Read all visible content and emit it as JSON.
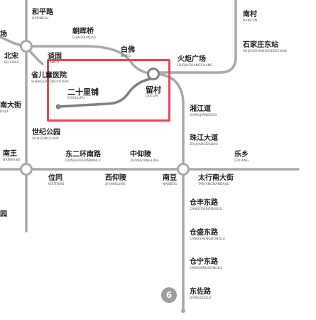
{
  "colors": {
    "line": "#a9a9a9",
    "line_selected": "#808080",
    "highlight": "#e8474f",
    "station_fill": "#ffffff",
    "text": "#222222"
  },
  "line_badge": {
    "label": "6",
    "icon": "metro-line-badge"
  },
  "stations": {
    "heping_lu": {
      "cn": "和平路",
      "py": "HEPINGLU"
    },
    "chaohui_qiao": {
      "cn": "朝晖桥",
      "py": "CHAOHUIQIAO"
    },
    "nancun": {
      "cn": "南村",
      "py": "NANCUN"
    },
    "shijiazhuang_dong": {
      "cn": "石家庄东站",
      "py": "SHIJIAZHUANGDONGZHAN"
    },
    "beisong": {
      "cn": "北宋",
      "py": "BEISONG"
    },
    "tan_gu": {
      "cn": "谈固",
      "py": "TANGU"
    },
    "bai_fo": {
      "cn": "白佛",
      "py": "BAIFO"
    },
    "huoju_guangchang": {
      "cn": "火炬广场",
      "py": "HUOJUGUANGCHANG"
    },
    "sheng_ertong_yiyuan": {
      "cn": "省儿童医院",
      "py": "SHENGERTONGYIYUAN"
    },
    "ershili_pu": {
      "cn": "二十里铺",
      "py": "ERSHILIPU"
    },
    "liu_cun": {
      "cn": "留村",
      "py": "LIUCUN"
    },
    "xiangjiang_dao": {
      "cn": "湘江道",
      "py": "XIANGJIANGDAO"
    },
    "zhujiang_dadao": {
      "cn": "珠江大道",
      "py": "ZHUJIANGDADAO"
    },
    "shiji_gongyuan": {
      "cn": "世纪公园",
      "py": "SHIJIGONGYUAN"
    },
    "nan_wang": {
      "cn": "南王",
      "py": "NANWANG"
    },
    "dong_erhuan_nanlu": {
      "cn": "东二环南路",
      "py": "DONGERHUANNANLU"
    },
    "zhong_yangling": {
      "cn": "中仰陵",
      "py": "ZHONGYANGLING"
    },
    "le_xiang": {
      "cn": "乐乡",
      "py": "LEXIANG"
    },
    "wei_tong": {
      "cn": "位同",
      "py": "WEITONG"
    },
    "xi_yangling": {
      "cn": "西仰陵",
      "py": "XIYANGLING"
    },
    "nan_dou": {
      "cn": "南豆",
      "py": "NANDOU"
    },
    "taihang_nandajie": {
      "cn": "太行南大街",
      "py": "TAIHANGNANDAJIE"
    },
    "cangfeng_donglu": {
      "cn": "仓丰东路",
      "py": "CANGFENGDONGLU"
    },
    "cangsheng_donglu": {
      "cn": "仓盛东路",
      "py": "CANGSHENGDONGLU"
    },
    "cangning_donglu": {
      "cn": "仓宁东路",
      "py": "CANGNINGDONGLU"
    },
    "dongzuo_lu": {
      "cn": "东佐路",
      "py": "DONGZUOLU"
    }
  },
  "edge_fragments": {
    "left_top": "场",
    "left_mid": "南大街",
    "left_mid_py": "DAJIE",
    "left_bottom": "园"
  }
}
